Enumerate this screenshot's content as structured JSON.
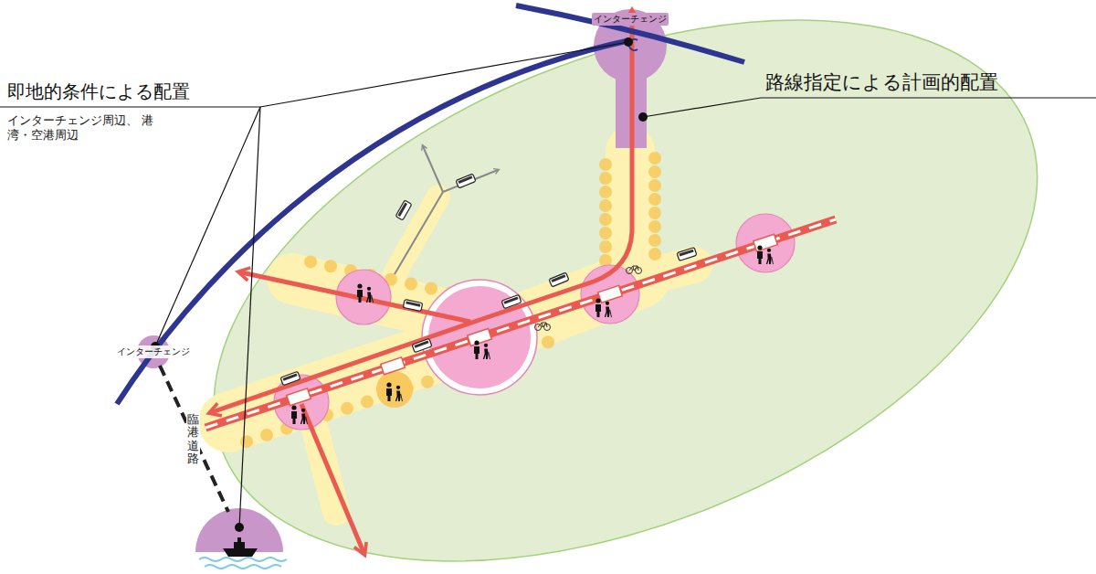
{
  "diagram": {
    "nodes": [
      {
        "text": [
          "インターチェンジ"
        ]
      },
      {
        "text": [
          "インターチェンジ"
        ]
      }
    ],
    "labels": [
      "即地的条件による配置",
      "インターチェンジ周辺、 港湾・空港周辺",
      "路線指定による計画的配置",
      "臨港道路"
    ]
  }
}
